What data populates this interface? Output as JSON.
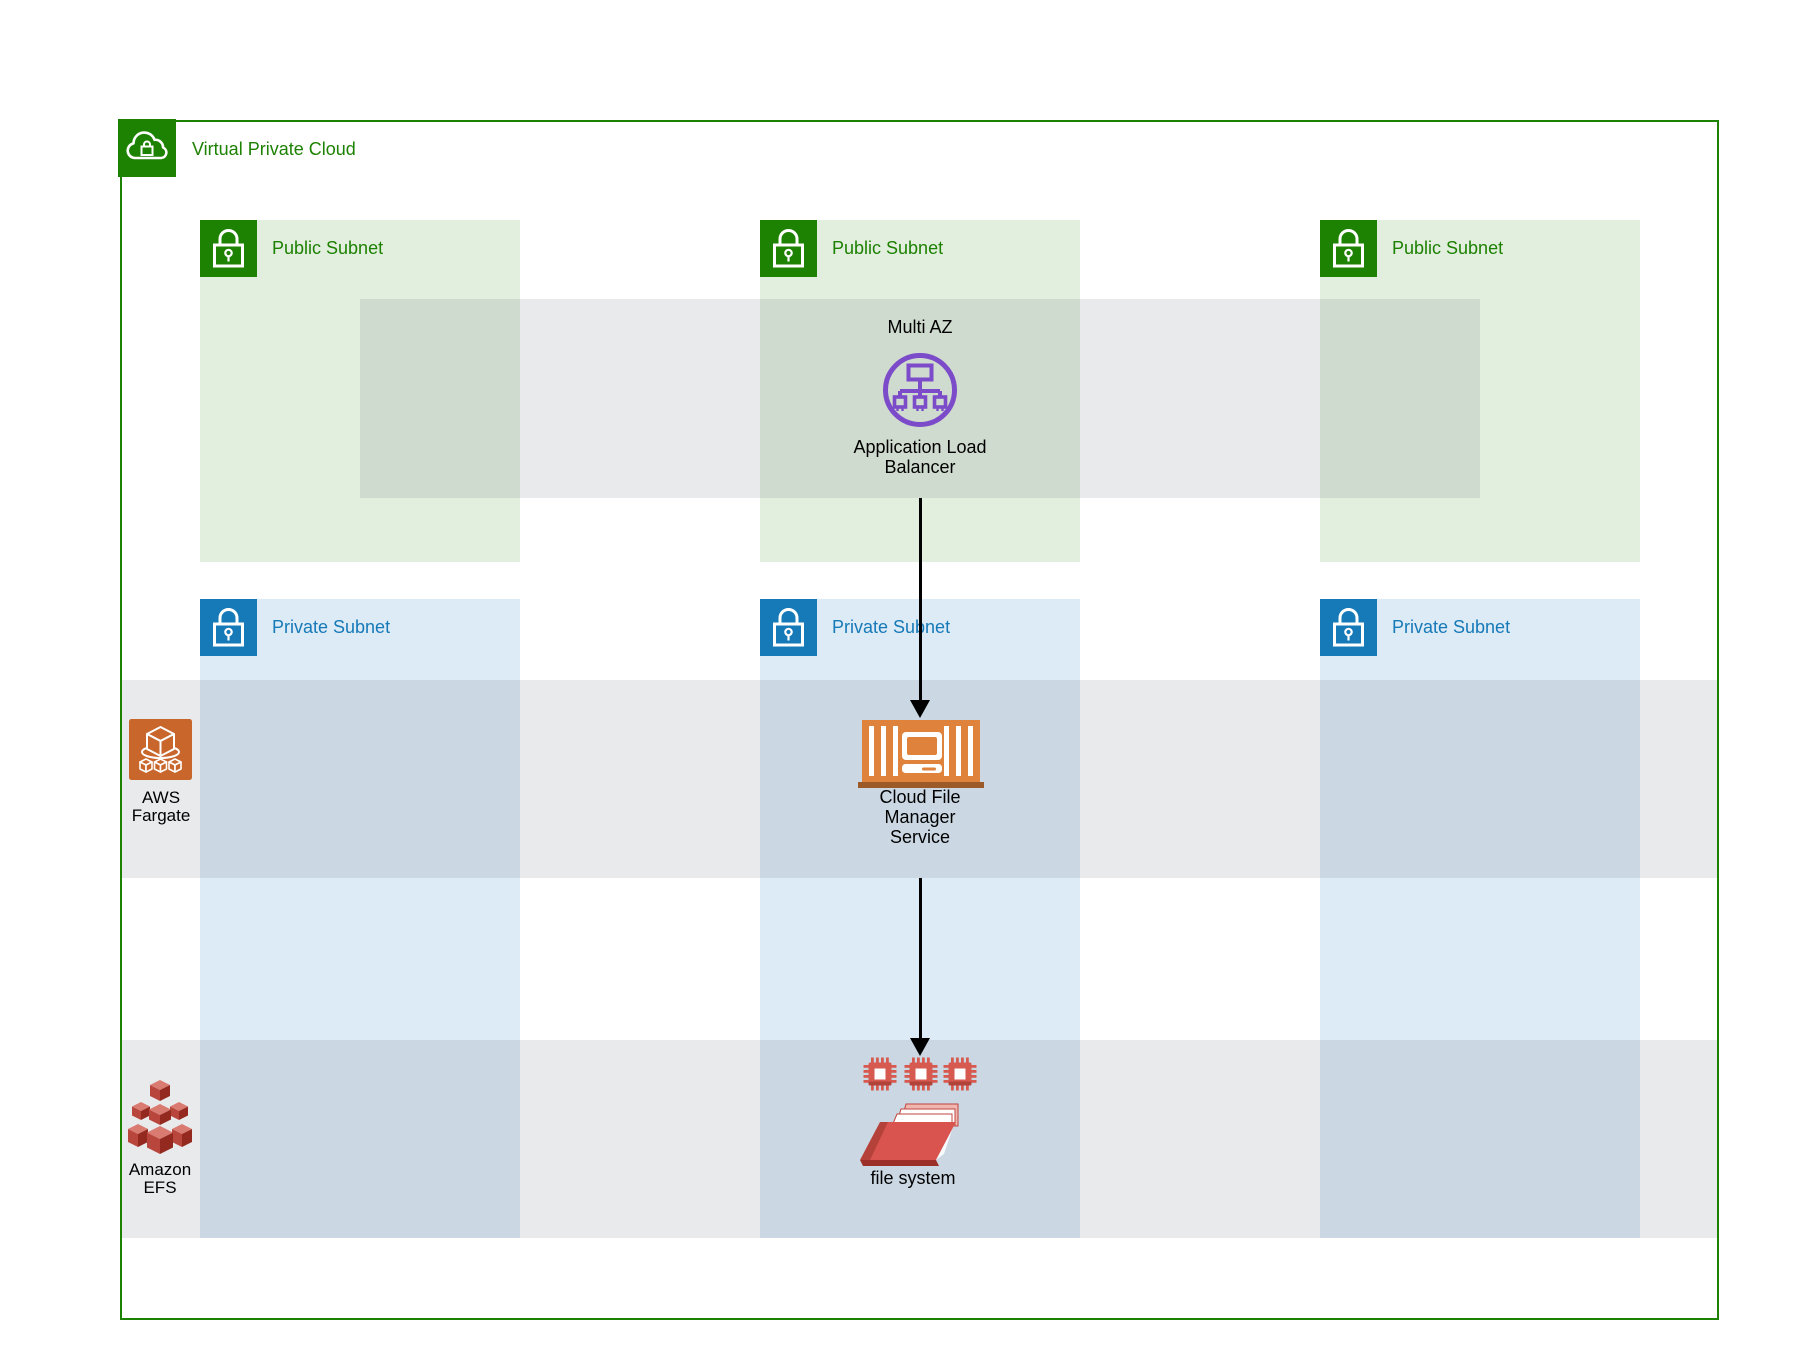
{
  "vpc": {
    "title": "Virtual Private Cloud"
  },
  "public_subnets": [
    {
      "label": "Public Subnet"
    },
    {
      "label": "Public Subnet"
    },
    {
      "label": "Public Subnet"
    }
  ],
  "private_subnets": [
    {
      "label": "Private Subnet"
    },
    {
      "label": "Private Subnet"
    },
    {
      "label": "Private Subnet"
    }
  ],
  "multi_az": {
    "label": "Multi AZ"
  },
  "nodes": {
    "alb": {
      "label": "Application Load Balancer"
    },
    "cfms": {
      "label": "Cloud File Manager Service"
    },
    "fargate": {
      "label": "AWS Fargate"
    },
    "efs": {
      "label": "Amazon EFS"
    },
    "file_system": {
      "label": "file system"
    }
  },
  "icons": {
    "vpc": "cloud-with-lock",
    "subnet": "padlock",
    "alb": "load-balancer-node-tree",
    "fargate": "cube-over-orbit",
    "cfms": "server-with-terminal",
    "compute_chips": "three-cpu-chips",
    "file_system": "red-folder-with-pages",
    "efs": "stacked-red-cubes"
  },
  "colors": {
    "vpc_green": "#1d8102",
    "public_subnet_bg": "#e2eede",
    "private_subnet_bg": "#dcebf5",
    "subnet_icon_blue": "#1679b8",
    "band_overlay_gray": "#e9ebee",
    "alb_purple": "#7c4bc9",
    "fargate_orange": "#c8662b",
    "server_orange": "#df823c",
    "server_base_brown": "#9c5a28",
    "chip_red": "#d65a50",
    "efs_red": "#c24a40",
    "arrow_black": "#000000"
  }
}
